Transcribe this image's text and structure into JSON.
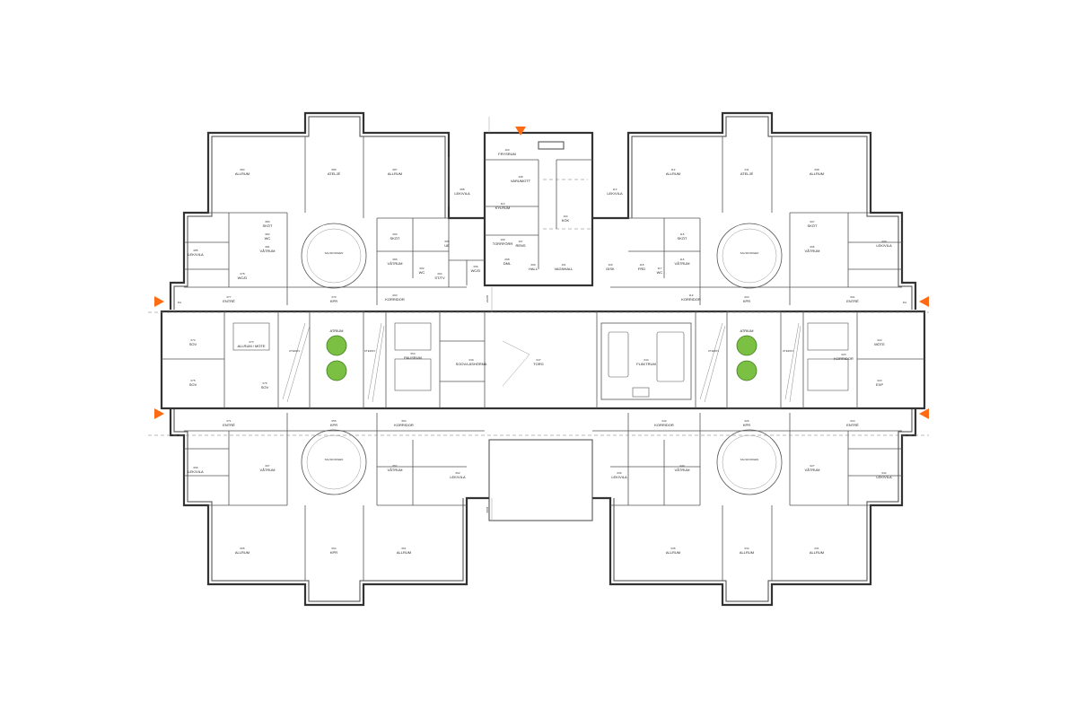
{
  "colors": {
    "section_marker": "#ff6a13",
    "atrium_tree": "#7bc043",
    "walls": "#333333"
  },
  "rooms": [
    {
      "id": "r084",
      "num": "084",
      "name": "ALLRUM"
    },
    {
      "id": "r086",
      "num": "086",
      "name": "ATELJÉ"
    },
    {
      "id": "r087",
      "num": "087",
      "name": "ALLRUM"
    },
    {
      "id": "r088",
      "num": "088",
      "name": "LEK/VILA"
    },
    {
      "id": "r085",
      "num": "085",
      "name": "LEK/VILA"
    },
    {
      "id": "r083",
      "num": "083",
      "name": "SKÖT"
    },
    {
      "id": "r082",
      "num": "082",
      "name": "WC"
    },
    {
      "id": "r081",
      "num": "081",
      "name": "VÅTRUM"
    },
    {
      "id": "r078",
      "num": "078",
      "name": "WC/D"
    },
    {
      "id": "r079",
      "num": "079",
      "name": "KPR"
    },
    {
      "id": "r090",
      "num": "090",
      "name": "SKÖT"
    },
    {
      "id": "r089",
      "num": "089",
      "name": "VÅTRUM"
    },
    {
      "id": "r092",
      "num": "092",
      "name": "WC"
    },
    {
      "id": "r093",
      "num": "093",
      "name": "KORRIDOR"
    },
    {
      "id": "r077",
      "num": "077",
      "name": "ENTRÉ"
    },
    {
      "id": "r103",
      "num": "103",
      "name": "FRYSRUM"
    },
    {
      "id": "r108",
      "num": "108",
      "name": "VARUMOTT"
    },
    {
      "id": "r110",
      "num": "110",
      "name": "KYLRUM"
    },
    {
      "id": "r104",
      "num": "104",
      "name": "KÖK"
    },
    {
      "id": "r109",
      "num": "109",
      "name": "TORRFÖRR"
    },
    {
      "id": "r107",
      "num": "107",
      "name": "RENS"
    },
    {
      "id": "r101",
      "num": "101",
      "name": "VAGNHALL"
    },
    {
      "id": "r100",
      "num": "100",
      "name": "DISK"
    },
    {
      "id": "r096",
      "num": "096",
      "name": "WC/D"
    },
    {
      "id": "r095",
      "num": "095",
      "name": "UE"
    },
    {
      "id": "r094",
      "num": "094",
      "name": "ST/TV"
    },
    {
      "id": "r098",
      "num": "098",
      "name": "DML"
    },
    {
      "id": "r099",
      "num": "099",
      "name": "HALL"
    },
    {
      "id": "r112",
      "num": "112",
      "name": "ALLRUM"
    },
    {
      "id": "r011",
      "num": "011",
      "name": "ATELJÉ"
    },
    {
      "id": "r008",
      "num": "008",
      "name": "ALLRUM"
    },
    {
      "id": "r113",
      "num": "113",
      "name": "LEK/VILA"
    },
    {
      "id": "r115",
      "num": "115",
      "name": "SKÖT"
    },
    {
      "id": "r116",
      "num": "116",
      "name": "VÅTRUM"
    },
    {
      "id": "r117",
      "num": "117",
      "name": "WC"
    },
    {
      "id": "r118",
      "num": "118",
      "name": "FRD"
    },
    {
      "id": "r119",
      "num": "119",
      "name": "KORRIDOR"
    },
    {
      "id": "r003",
      "num": "003",
      "name": "KPR"
    },
    {
      "id": "r007",
      "num": "007",
      "name": "SKÖT"
    },
    {
      "id": "r006",
      "num": "006",
      "name": "VÅTRUM"
    },
    {
      "id": "r009",
      "num": "009",
      "name": "LEK/VILA"
    },
    {
      "id": "r001",
      "num": "001",
      "name": "ENTRÉ"
    },
    {
      "id": "r074",
      "num": "074",
      "name": "SOV"
    },
    {
      "id": "r075",
      "num": "075",
      "name": "SOV"
    },
    {
      "id": "r073",
      "num": "073",
      "name": "ALLRUM / MÖTE"
    },
    {
      "id": "r076",
      "num": "076",
      "name": "SOV"
    },
    {
      "id": "r053",
      "num": "053",
      "name": "PAUSRUM"
    },
    {
      "id": "r049",
      "num": "049",
      "name": "SOOV/LÄSHÖRNA"
    },
    {
      "id": "r047",
      "num": "047",
      "name": "TORG"
    },
    {
      "id": "r044",
      "num": "044",
      "name": "FLÄKTRUM"
    },
    {
      "id": "r022",
      "num": "022",
      "name": "MÖTE"
    },
    {
      "id": "r020",
      "num": "020",
      "name": "KORRIDOR"
    },
    {
      "id": "r023",
      "num": "023",
      "name": "EXP"
    },
    {
      "id": "r071",
      "num": "071",
      "name": "ENTRÉ"
    },
    {
      "id": "r056",
      "num": "056",
      "name": "KPR"
    },
    {
      "id": "r054",
      "num": "054",
      "name": "KORRIDOR"
    },
    {
      "id": "r042",
      "num": "042",
      "name": "KORRIDOR"
    },
    {
      "id": "r026",
      "num": "026",
      "name": "KPR"
    },
    {
      "id": "r024",
      "num": "024",
      "name": "ENTRÉ"
    },
    {
      "id": "r066",
      "num": "066",
      "name": "LEK/VILA"
    },
    {
      "id": "r067",
      "num": "067",
      "name": "VÅTRUM"
    },
    {
      "id": "r057",
      "num": "057",
      "name": "VÅTRUM"
    },
    {
      "id": "r062",
      "num": "062",
      "name": "LEK/VILA"
    },
    {
      "id": "r036",
      "num": "036",
      "name": "LEK/VILA"
    },
    {
      "id": "r040",
      "num": "040",
      "name": "VÅTRUM"
    },
    {
      "id": "r027",
      "num": "027",
      "name": "VÅTRUM"
    },
    {
      "id": "r032",
      "num": "032",
      "name": "LEK/VILA"
    },
    {
      "id": "r065",
      "num": "065",
      "name": "ALLRUM"
    },
    {
      "id": "r064",
      "num": "064",
      "name": "KPR"
    },
    {
      "id": "r061",
      "num": "061",
      "name": "ALLRUM"
    },
    {
      "id": "r035",
      "num": "035",
      "name": "ALLRUM"
    },
    {
      "id": "r034",
      "num": "034",
      "name": "ALLRUM"
    },
    {
      "id": "r031",
      "num": "031",
      "name": "ALLRUM"
    }
  ],
  "annotations": {
    "salskorgen": "SALSKORGEN",
    "atrium": "ATRIUM",
    "utedov": "UTEDOV",
    "dim_top": "22945",
    "dim_bottom": "5865",
    "section_a": "DA"
  }
}
